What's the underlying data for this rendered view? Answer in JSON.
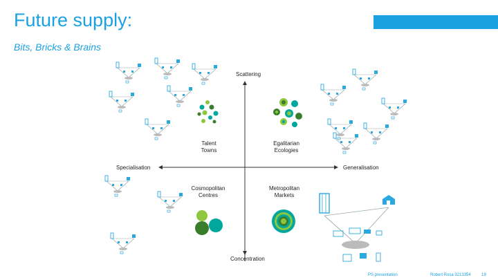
{
  "header": {
    "title": "Future supply:",
    "subtitle": "Bits, Bricks & Brains"
  },
  "axes": {
    "top": "Scattering",
    "bottom": "Concentration",
    "left": "Specialisation",
    "right": "Generalisation"
  },
  "quadrants": {
    "top_left": [
      "Talent",
      "Towns"
    ],
    "top_right": [
      "Egalitarian",
      "Ecologies"
    ],
    "bottom_left": [
      "Cosmopolitan",
      "Centres"
    ],
    "bottom_right": [
      "Metropolitan",
      "Markets"
    ]
  },
  "footer": {
    "presentation": "PS presentation",
    "author": "Robert Rosa 3213354",
    "page": "19"
  },
  "colors": {
    "accent": "#1ba1e2",
    "lime": "#8dc63f",
    "teal": "#00a79d",
    "dark_green": "#3a7d2c",
    "icon_blue": "#2aa8e0"
  }
}
